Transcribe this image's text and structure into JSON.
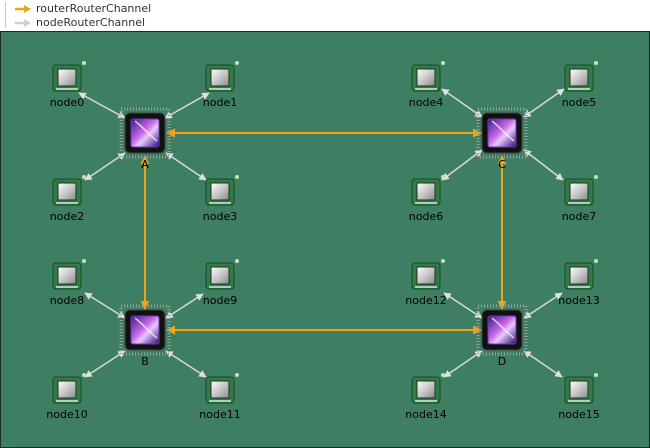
{
  "legend": {
    "router_channel": {
      "label": "routerRouterChannel",
      "color": "#f0a21a"
    },
    "node_channel": {
      "label": "nodeRouterChannel",
      "color": "#d0d0d0"
    }
  },
  "routers": [
    {
      "id": "A",
      "label": "A"
    },
    {
      "id": "C",
      "label": "C"
    },
    {
      "id": "B",
      "label": "B"
    },
    {
      "id": "D",
      "label": "D"
    }
  ],
  "nodes": [
    {
      "label": "node0",
      "router": "A"
    },
    {
      "label": "node1",
      "router": "A"
    },
    {
      "label": "node2",
      "router": "A"
    },
    {
      "label": "node3",
      "router": "A"
    },
    {
      "label": "node4",
      "router": "C"
    },
    {
      "label": "node5",
      "router": "C"
    },
    {
      "label": "node6",
      "router": "C"
    },
    {
      "label": "node7",
      "router": "C"
    },
    {
      "label": "node8",
      "router": "B"
    },
    {
      "label": "node9",
      "router": "B"
    },
    {
      "label": "node10",
      "router": "B"
    },
    {
      "label": "node11",
      "router": "B"
    },
    {
      "label": "node12",
      "router": "D"
    },
    {
      "label": "node13",
      "router": "D"
    },
    {
      "label": "node14",
      "router": "D"
    },
    {
      "label": "node15",
      "router": "D"
    }
  ],
  "router_links": [
    {
      "from": "A",
      "to": "C"
    },
    {
      "from": "A",
      "to": "B"
    },
    {
      "from": "C",
      "to": "D"
    },
    {
      "from": "B",
      "to": "D"
    }
  ],
  "colors": {
    "canvas_background": "#3e7e63",
    "node_channel": "#d8d8d8",
    "router_channel": "#f0a21a"
  }
}
